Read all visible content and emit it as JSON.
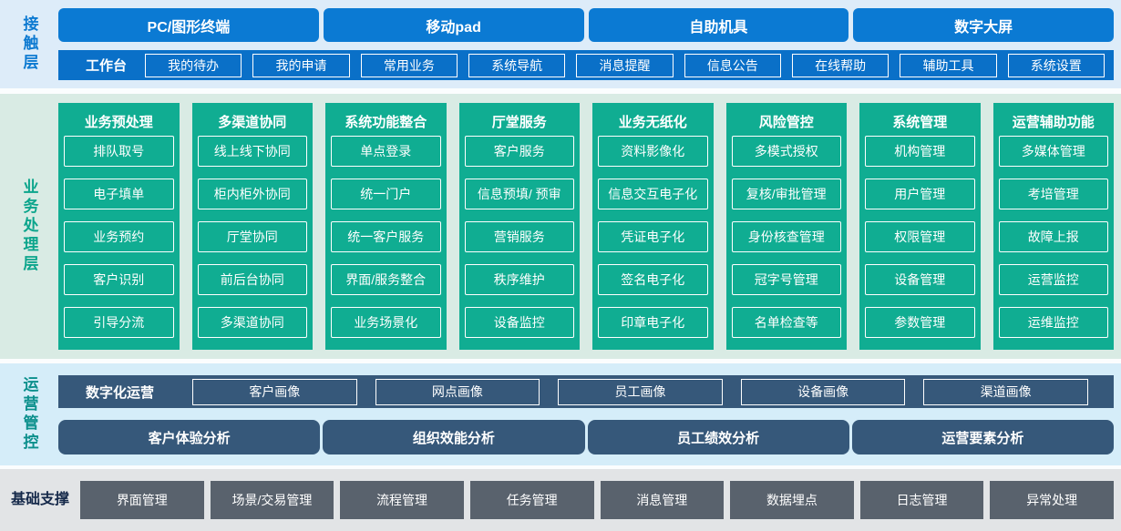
{
  "layers": {
    "contact": {
      "label": "接触层",
      "terminals": [
        "PC/图形终端",
        "移动pad",
        "自助机具",
        "数字大屏"
      ],
      "workbench": {
        "label": "工作台",
        "items": [
          "我的待办",
          "我的申请",
          "常用业务",
          "系统导航",
          "消息提醒",
          "信息公告",
          "在线帮助",
          "辅助工具",
          "系统设置"
        ]
      }
    },
    "business": {
      "label": "业务处理层",
      "columns": [
        {
          "title": "业务预处理",
          "items": [
            "排队取号",
            "电子填单",
            "业务预约",
            "客户识别",
            "引导分流"
          ]
        },
        {
          "title": "多渠道协同",
          "items": [
            "线上线下协同",
            "柜内柜外协同",
            "厅堂协同",
            "前后台协同",
            "多渠道协同"
          ]
        },
        {
          "title": "系统功能整合",
          "items": [
            "单点登录",
            "统一门户",
            "统一客户服务",
            "界面/服务整合",
            "业务场景化"
          ]
        },
        {
          "title": "厅堂服务",
          "items": [
            "客户服务",
            "信息预填/ 预审",
            "营销服务",
            "秩序维护",
            "设备监控"
          ]
        },
        {
          "title": "业务无纸化",
          "items": [
            "资料影像化",
            "信息交互电子化",
            "凭证电子化",
            "签名电子化",
            "印章电子化"
          ]
        },
        {
          "title": "风险管控",
          "items": [
            "多模式授权",
            "复核/审批管理",
            "身份核查管理",
            "冠字号管理",
            "名单检查等"
          ]
        },
        {
          "title": "系统管理",
          "items": [
            "机构管理",
            "用户管理",
            "权限管理",
            "设备管理",
            "参数管理"
          ]
        },
        {
          "title": "运营辅助功能",
          "items": [
            "多媒体管理",
            "考培管理",
            "故障上报",
            "运营监控",
            "运维监控"
          ]
        }
      ]
    },
    "operations": {
      "label": "运营管控",
      "digital": {
        "label": "数字化运营",
        "items": [
          "客户画像",
          "网点画像",
          "员工画像",
          "设备画像",
          "渠道画像"
        ]
      },
      "analysis": [
        "客户体验分析",
        "组织效能分析",
        "员工绩效分析",
        "运营要素分析"
      ]
    },
    "foundation": {
      "label": "基础支撑",
      "items": [
        "界面管理",
        "场景/交易管理",
        "流程管理",
        "任务管理",
        "消息管理",
        "数据埋点",
        "日志管理",
        "异常处理"
      ]
    }
  },
  "colors": {
    "primary_blue": "#0b7ad3",
    "blue_bar": "#0a70c8",
    "teal_green": "#10ad92",
    "slate_blue": "#36587a",
    "gray_box": "#59626d",
    "bg_contact": "#ddecf9",
    "bg_business": "#d9ebe4",
    "bg_operations": "#d5edf9",
    "bg_foundation": "#e2e4e6"
  }
}
